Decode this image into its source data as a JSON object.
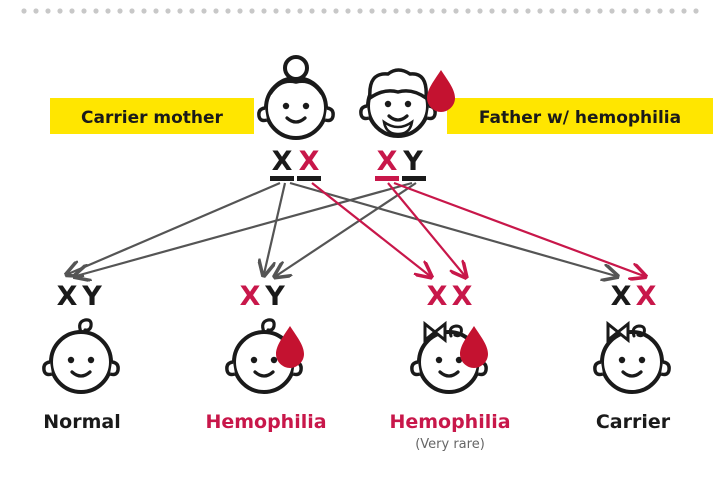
{
  "colors": {
    "dark": "#1a1a1a",
    "red": "#c8174a",
    "highlight": "#ffe600",
    "gray_arrow": "#555555",
    "blood": "#c41230",
    "dots": "#c8c8c8"
  },
  "parents": {
    "mother": {
      "label": "Carrier mother",
      "chrom": [
        "X",
        "X"
      ],
      "chrom_colors": [
        "dark",
        "red"
      ]
    },
    "father": {
      "label": "Father w/ hemophilia",
      "chrom": [
        "X",
        "Y"
      ],
      "chrom_colors": [
        "red",
        "dark"
      ]
    }
  },
  "children": [
    {
      "chrom": [
        "X",
        "Y"
      ],
      "chrom_colors": [
        "dark",
        "dark"
      ],
      "label": "Normal",
      "label_color": "dark",
      "note": ""
    },
    {
      "chrom": [
        "X",
        "Y"
      ],
      "chrom_colors": [
        "red",
        "dark"
      ],
      "label": "Hemophilia",
      "label_color": "red",
      "note": ""
    },
    {
      "chrom": [
        "X",
        "X"
      ],
      "chrom_colors": [
        "red",
        "red"
      ],
      "label": "Hemophilia",
      "label_color": "red",
      "note": "(Very rare)"
    },
    {
      "chrom": [
        "X",
        "X"
      ],
      "chrom_colors": [
        "dark",
        "red"
      ],
      "label": "Carrier",
      "label_color": "dark",
      "note": ""
    }
  ]
}
